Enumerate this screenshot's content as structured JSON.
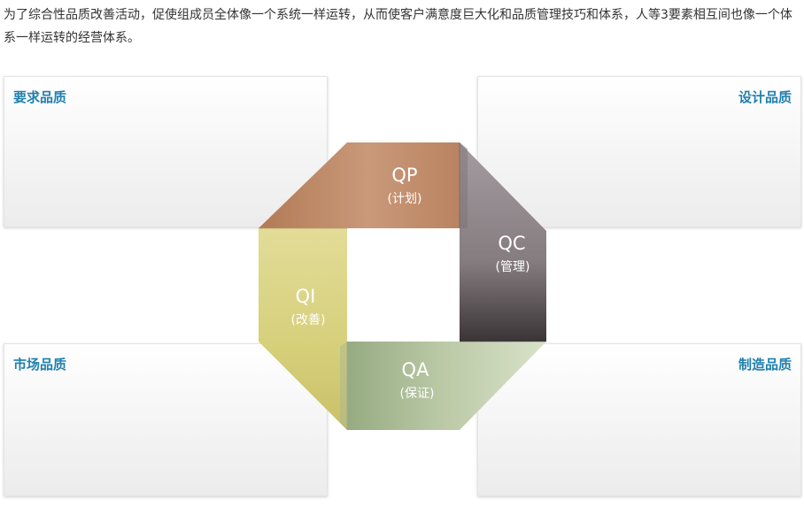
{
  "intro": "为了综合性品质改善活动，促使组成员全体像一个系统一样运转，从而使客户满意度巨大化和品质管理技巧和体系，人等3要素相互间也像一个体系一样运转的经营体系。",
  "panels": {
    "top_left": "要求品质",
    "top_right": "设计品质",
    "bottom_left": "市场品质",
    "bottom_right": "制造品质"
  },
  "segments": {
    "qp": {
      "code": "QP",
      "label": "(计划)",
      "color": "#c0906c"
    },
    "qc": {
      "code": "QC",
      "label": "(管理)",
      "color": "#8f8688"
    },
    "qa": {
      "code": "QA",
      "label": "(保证)",
      "color": "#b8c8a4"
    },
    "qi": {
      "code": "QI",
      "label": "(改善)",
      "color": "#d9d27e"
    }
  }
}
